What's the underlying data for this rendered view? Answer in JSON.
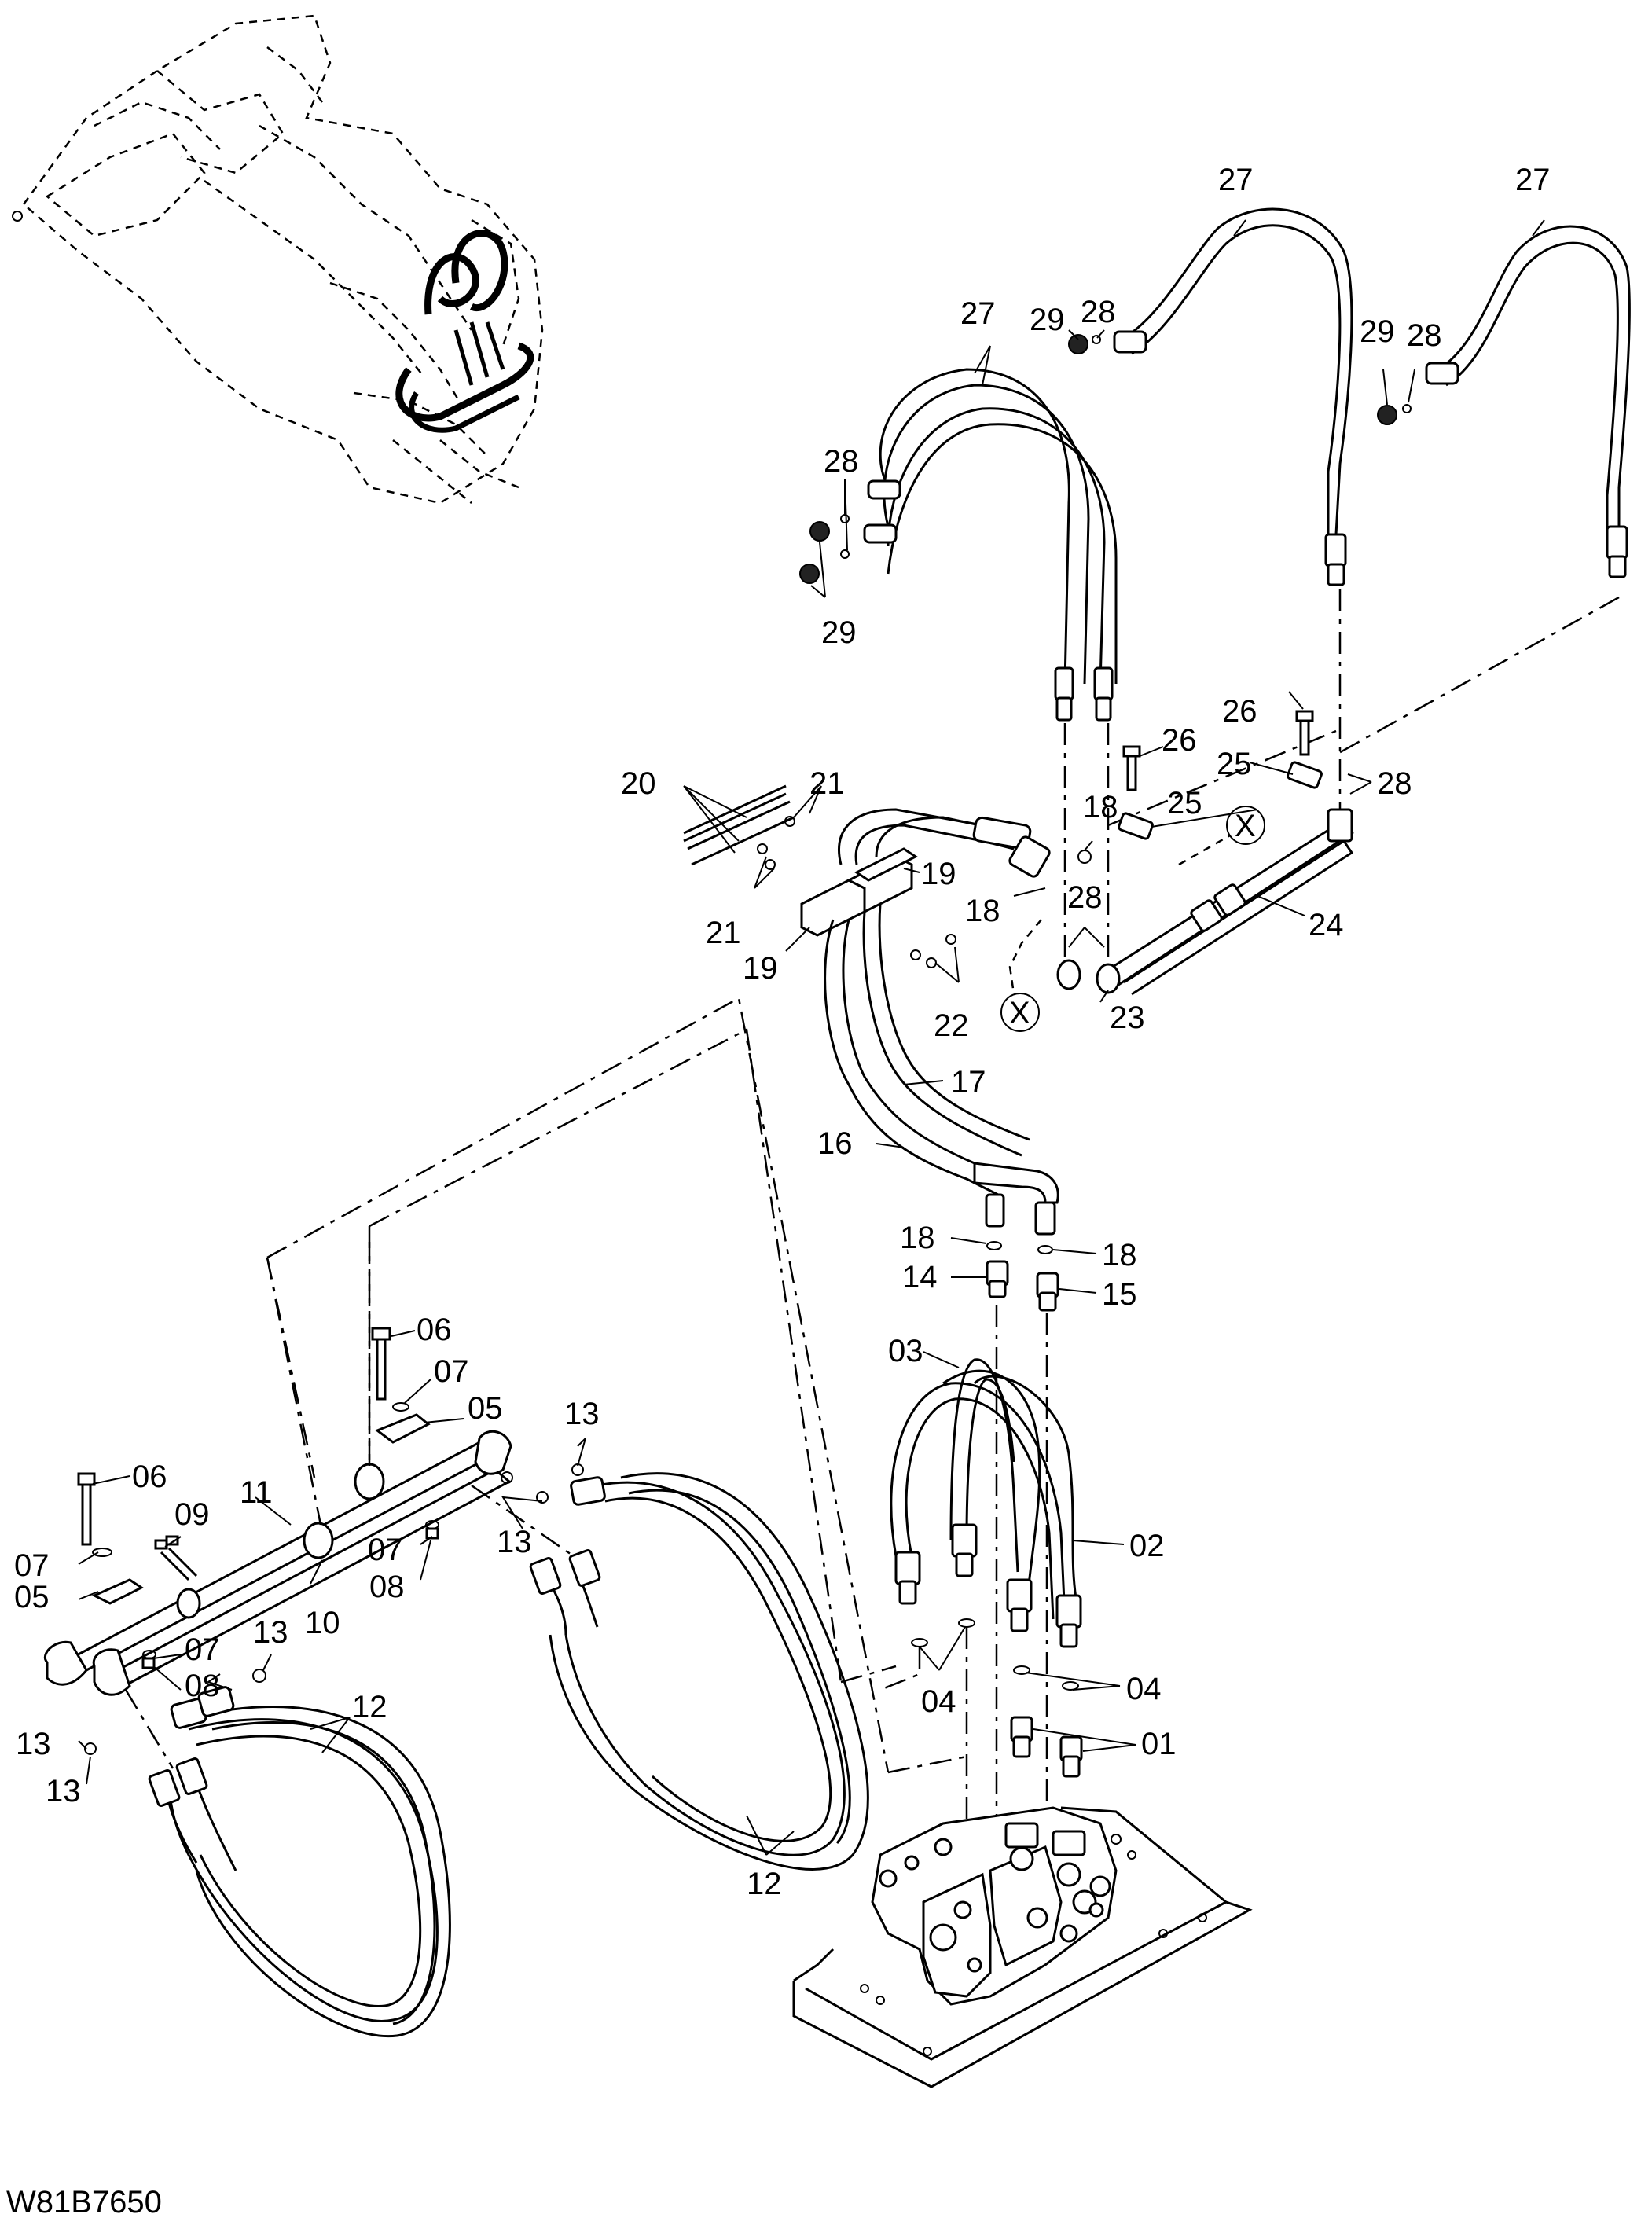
{
  "drawing": {
    "code": "W81B7650",
    "callouts": [
      {
        "id": "27a",
        "text": "27"
      },
      {
        "id": "27b",
        "text": "27"
      },
      {
        "id": "27c",
        "text": "27"
      },
      {
        "id": "29a",
        "text": "29"
      },
      {
        "id": "28a",
        "text": "28"
      },
      {
        "id": "29b",
        "text": "29"
      },
      {
        "id": "28b",
        "text": "28"
      },
      {
        "id": "28c",
        "text": "28"
      },
      {
        "id": "29c",
        "text": "29"
      },
      {
        "id": "26a",
        "text": "26"
      },
      {
        "id": "26b",
        "text": "26"
      },
      {
        "id": "25a",
        "text": "25"
      },
      {
        "id": "25b",
        "text": "25"
      },
      {
        "id": "28d",
        "text": "28"
      },
      {
        "id": "28e",
        "text": "28"
      },
      {
        "id": "24",
        "text": "24"
      },
      {
        "id": "23",
        "text": "23"
      },
      {
        "id": "Xa",
        "text": "X"
      },
      {
        "id": "Xb",
        "text": "X"
      },
      {
        "id": "20",
        "text": "20"
      },
      {
        "id": "21a",
        "text": "21"
      },
      {
        "id": "21b",
        "text": "21"
      },
      {
        "id": "19a",
        "text": "19"
      },
      {
        "id": "19b",
        "text": "19"
      },
      {
        "id": "18a",
        "text": "18"
      },
      {
        "id": "18b",
        "text": "18"
      },
      {
        "id": "22",
        "text": "22"
      },
      {
        "id": "17",
        "text": "17"
      },
      {
        "id": "16",
        "text": "16"
      },
      {
        "id": "18c",
        "text": "18"
      },
      {
        "id": "14",
        "text": "14"
      },
      {
        "id": "18d",
        "text": "18"
      },
      {
        "id": "15",
        "text": "15"
      },
      {
        "id": "03",
        "text": "03"
      },
      {
        "id": "02",
        "text": "02"
      },
      {
        "id": "04a",
        "text": "04"
      },
      {
        "id": "04b",
        "text": "04"
      },
      {
        "id": "01",
        "text": "01"
      },
      {
        "id": "06a",
        "text": "06"
      },
      {
        "id": "07a",
        "text": "07"
      },
      {
        "id": "05a",
        "text": "05"
      },
      {
        "id": "06b",
        "text": "06"
      },
      {
        "id": "11",
        "text": "11"
      },
      {
        "id": "09",
        "text": "09"
      },
      {
        "id": "07b",
        "text": "07"
      },
      {
        "id": "05b",
        "text": "05"
      },
      {
        "id": "10",
        "text": "10"
      },
      {
        "id": "07c",
        "text": "07"
      },
      {
        "id": "08a",
        "text": "08"
      },
      {
        "id": "07d",
        "text": "07"
      },
      {
        "id": "08b",
        "text": "08"
      },
      {
        "id": "13a",
        "text": "13"
      },
      {
        "id": "13b",
        "text": "13"
      },
      {
        "id": "13c",
        "text": "13"
      },
      {
        "id": "13d",
        "text": "13"
      },
      {
        "id": "13e",
        "text": "13"
      },
      {
        "id": "12a",
        "text": "12"
      },
      {
        "id": "12b",
        "text": "12"
      }
    ]
  }
}
